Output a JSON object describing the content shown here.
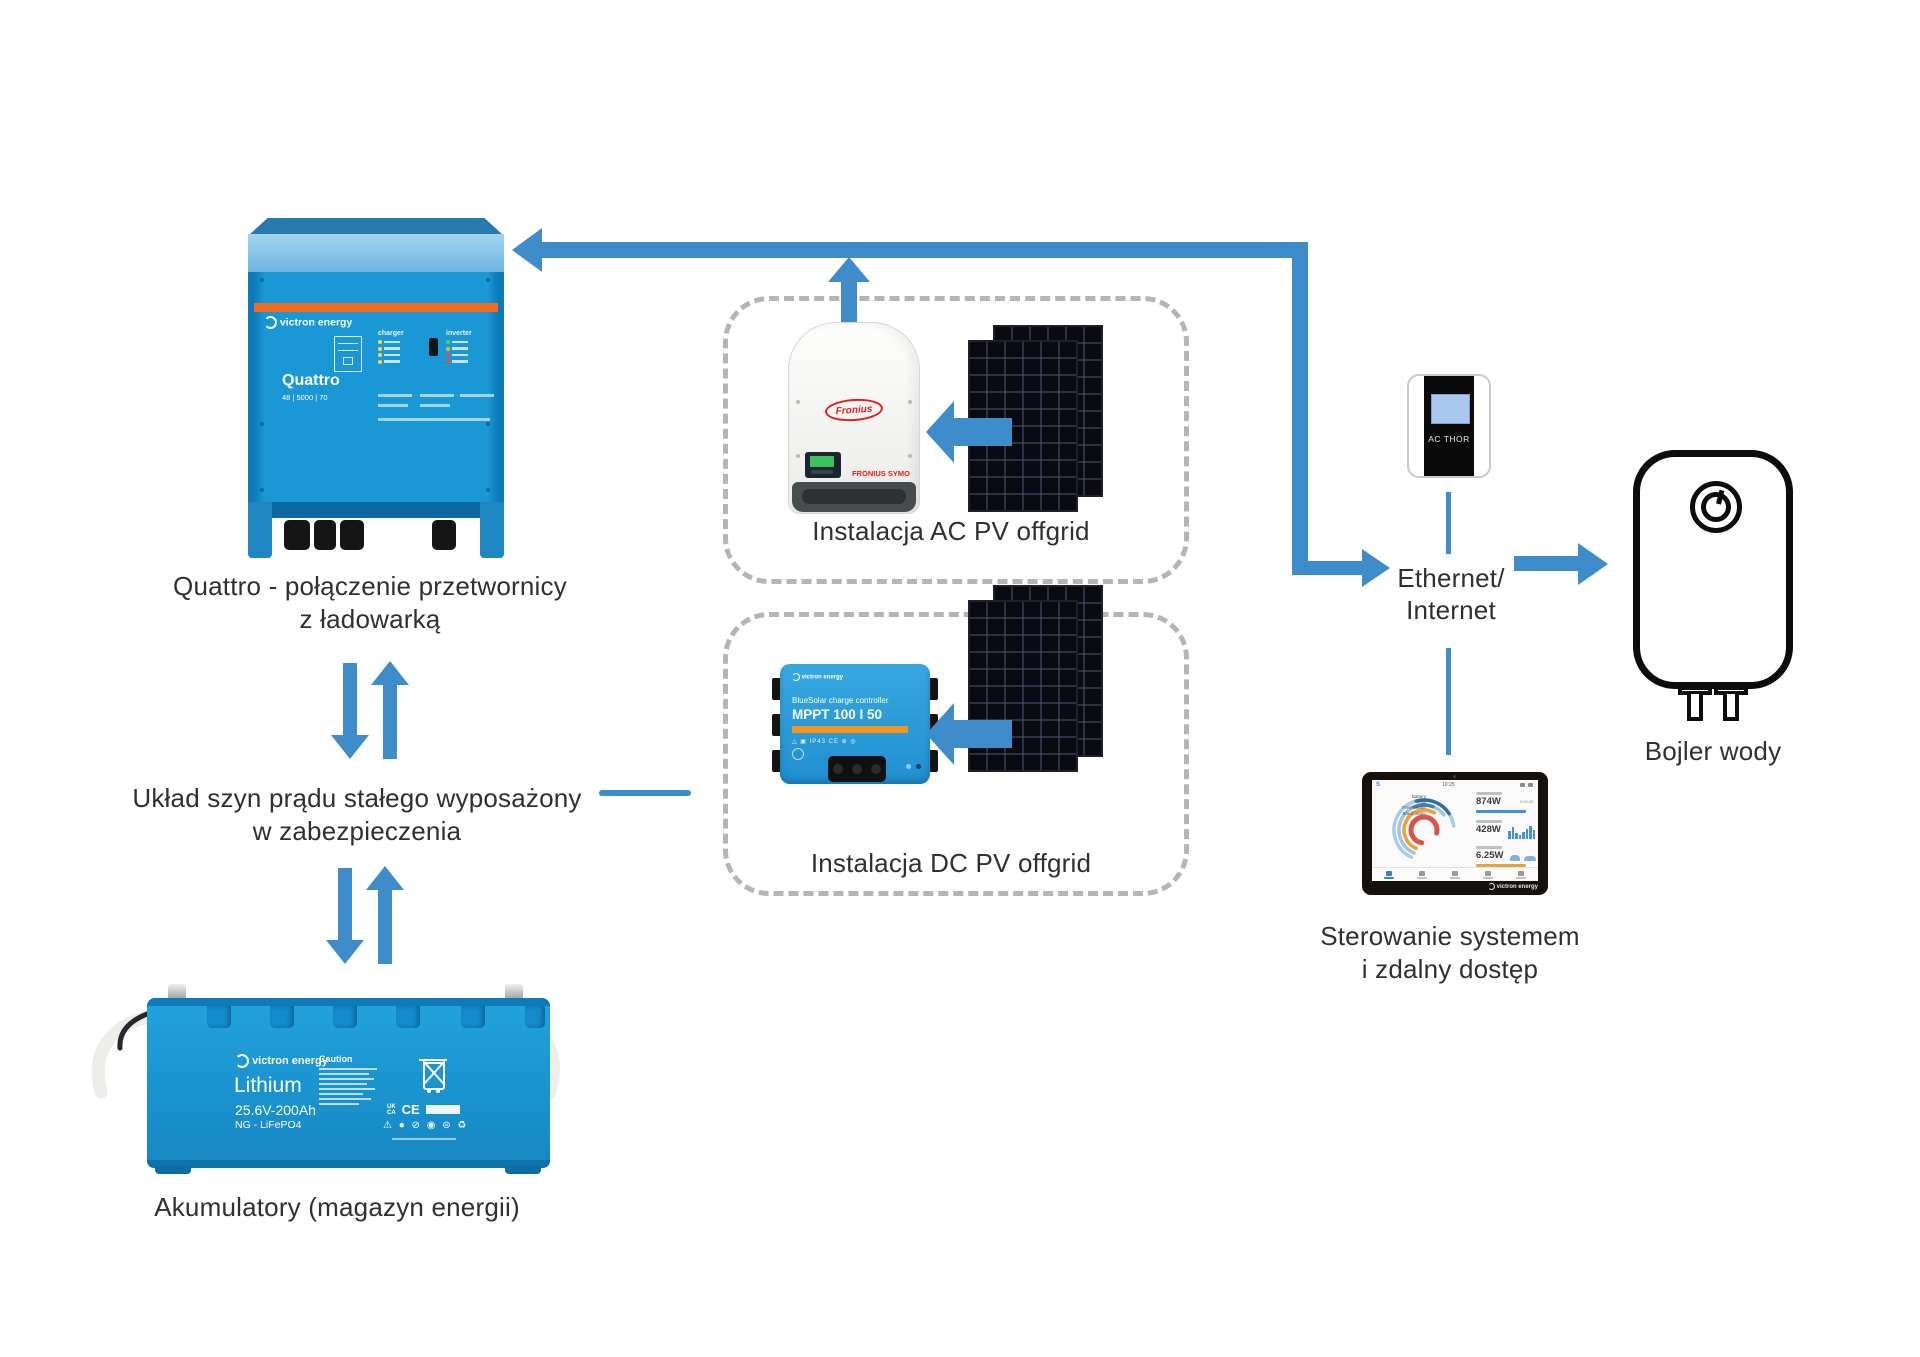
{
  "colors": {
    "arrow_blue": "#3e8cca",
    "victron_blue": "#1a97d5",
    "victron_orange": "#ef6b21",
    "dashed_gray": "#b5b5b5",
    "text": "#303030"
  },
  "quattro": {
    "brand": "victron energy",
    "panel_charger": "charger",
    "panel_inverter": "inverter",
    "model": "Quattro",
    "spec": "48 | 5000 | 70",
    "caption1": "Quattro - połączenie przetwornicy",
    "caption2": "z ładowarką"
  },
  "ac_pv": {
    "caption": "Instalacja AC PV offgrid",
    "fronius_logo": "Fronius",
    "fronius_model": "FRONIUS SYMO"
  },
  "dc_pv": {
    "caption": "Instalacja DC PV offgrid",
    "brand": "victron energy",
    "product": "BlueSolar charge controller",
    "model": "MPPT 100 I 50"
  },
  "dc_bus": {
    "caption1": "Układ szyn prądu stałego wyposażony",
    "caption2": "w zabezpieczenia"
  },
  "battery": {
    "brand": "victron energy",
    "product": "Lithium",
    "spec": "25.6V-200Ah",
    "chem": "NG - LiFePO4",
    "caution": "Caution",
    "mark_uk": "UK",
    "mark_ca": "CA",
    "mark_ce": "CE",
    "cert_icons": "⚠ ● ⊘ ◉ ⊜ ♻",
    "caption": "Akumulatory (magazyn energii)"
  },
  "ac_thor": {
    "label": "AC THOR"
  },
  "ethernet": {
    "line1": "Ethernet/",
    "line2": "Internet"
  },
  "boiler": {
    "caption": "Bojler wody"
  },
  "gx": {
    "caption1": "Sterowanie systemem",
    "caption2": "i zdalny dostęp",
    "brand": "victron energy",
    "time": "10:25",
    "stat1_value": "874W",
    "stat1_sub": "0:00:25",
    "stat2_value": "428W",
    "stat3_value": "6.25W",
    "gauge_labels": [
      "Battery",
      "Fuel",
      "Fresh water",
      "Black water"
    ]
  }
}
